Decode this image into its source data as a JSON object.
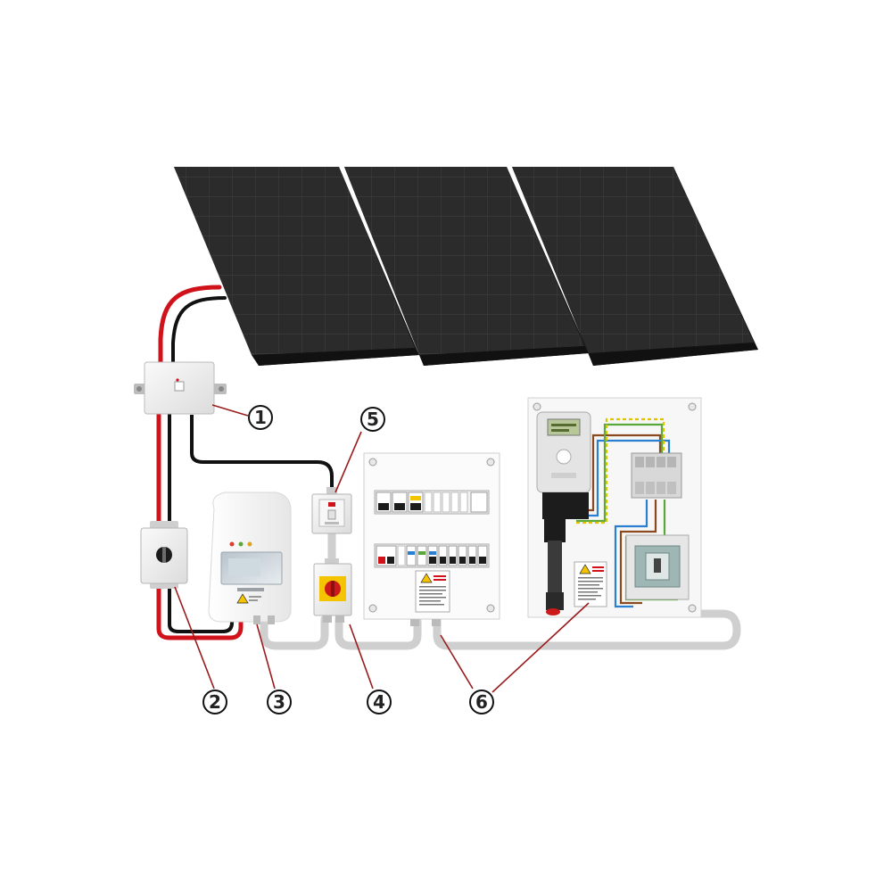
{
  "callouts": [
    {
      "number": "1"
    },
    {
      "number": "2"
    },
    {
      "number": "3"
    },
    {
      "number": "4"
    },
    {
      "number": "5"
    },
    {
      "number": "6"
    }
  ],
  "colors": {
    "panel": "#2b2b2b",
    "panel_grid": "#3c3c3c",
    "dc_positive": "#d0121b",
    "dc_negative": "#111111",
    "conduit": "#c9c9c9",
    "enclosure": "#f2f2f2",
    "callout_line": "#9a1b1b",
    "isolator_knob": "#cc1a1a",
    "warning_yellow": "#f5c400"
  },
  "icons": [
    "warning-triangle-icon",
    "rotary-isolator-icon"
  ]
}
